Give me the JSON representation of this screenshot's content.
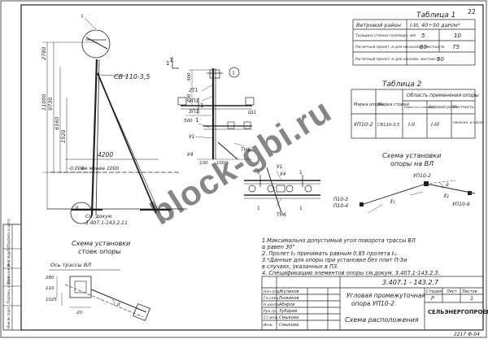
{
  "sheet": {
    "page_number": "22",
    "bottom_code": "2217 Ф-04",
    "watermark": "block-gbi.ru"
  },
  "side_stamp": {
    "fields": [
      "Инв.№ подл.",
      "Подпись и дата",
      "Взам.инв.№",
      "Инв.№дубл.",
      "Подпись и дата"
    ]
  },
  "table1": {
    "title": "Таблица 1",
    "rows": [
      {
        "label": "Ветровой район",
        "v1": "I-III, 40÷50 даН/м²",
        "v2": ""
      },
      {
        "label": "Толщина стенки гололеда, мм",
        "v1": "5",
        "v2": "10"
      },
      {
        "label": "Расчетный пролет, м для ненаселен. местности",
        "v1": "80",
        "v2": "75"
      },
      {
        "label": "Расчетный пролет, м для населен. местности",
        "v1": "50",
        "v2": ""
      }
    ]
  },
  "table2": {
    "title": "Таблица 2",
    "group_header": "Область применения опоры",
    "headers": [
      "Марка опоры",
      "Марка стойки",
      "Район по гололеду",
      "Ветровой район",
      "Местность"
    ],
    "row": [
      "УП10-2",
      "СВ110-3,5",
      "I-II",
      "I-III",
      "ненасел. и насел."
    ]
  },
  "pole_drawing": {
    "pole_label": "СВ 110-3,5",
    "dims_vertical": [
      "11000",
      "9730",
      "2780",
      "6160",
      "1520"
    ],
    "dim_horizontal": "4200",
    "ground_mark": "-0,000",
    "ground_note": "не менее 1000",
    "callout_1": "I",
    "callout_2": "II",
    "callout_3": "1",
    "callout_4": "1",
    "ref_note_line1": "См. докум.",
    "ref_note_line2": "3.407.1-143.2.11"
  },
  "detail1": {
    "label": "I",
    "parts": [
      "2Т1",
      "3П1",
      "ЗП1",
      "У4",
      "ТН6",
      "Ш1",
      "У1"
    ],
    "dims": [
      "300",
      "700",
      "500",
      "1000",
      "100"
    ],
    "markers": [
      "1",
      "1"
    ]
  },
  "detail2": {
    "parts": [
      "У1",
      "У4",
      "ТН6"
    ],
    "markers": [
      "1",
      "1",
      "1",
      "1"
    ]
  },
  "scheme_line": {
    "title_line1": "Схема установки",
    "title_line2": "опоры на ВЛ",
    "pole_top": "УП10-2",
    "pole_left1": "П10-3",
    "pole_left2": "П10-4",
    "pole_right": "УП10-6",
    "span1": "ℓ₁",
    "span2": "ℓ₂",
    "angle": "α"
  },
  "scheme_struts": {
    "title_line1": "Схема установки",
    "title_line2": "стоек опоры",
    "axis_label": "Ось трассы ВЛ",
    "dims": [
      "280",
      "110",
      "1025",
      "20"
    ],
    "angle": "α"
  },
  "notes": [
    "1.Максимально допустимый угол поворота трассы ВЛ",
    "    α равен 30°",
    "2. Пролет ℓ₂ принимать равным 0,85 пролета ℓ₁.",
    "3.*Данные для опоры при установке без плит П-3и",
    "    в случаях, указанных в П3.",
    "4. Спецификацию элементов опоры см.докум. 3.407.1-143.2.3."
  ],
  "title_block": {
    "doc_code": "3.407.1 - 143.2.7",
    "title_line1": "Угловая промежуточная",
    "title_line2": "опора УП10-2",
    "title_line3": "Схема расположения",
    "stage_header": "Стадия",
    "sheet_header": "Лист",
    "sheets_header": "Листов",
    "stage_value": "Р",
    "sheet_value": "",
    "sheets_value": "1",
    "org": "СЕЛЬЭНЕРГОПРОЕКТ",
    "roles": [
      "Нач.отд.",
      "Гл.спец.",
      "Н.контр.",
      "Рук.гр.",
      "Ст.инж.",
      "Инж."
    ],
    "names": [
      "Жуликов",
      "Рыжиков",
      "Абаров",
      "Зубарев",
      "Смыкова",
      "Смыкова"
    ]
  }
}
